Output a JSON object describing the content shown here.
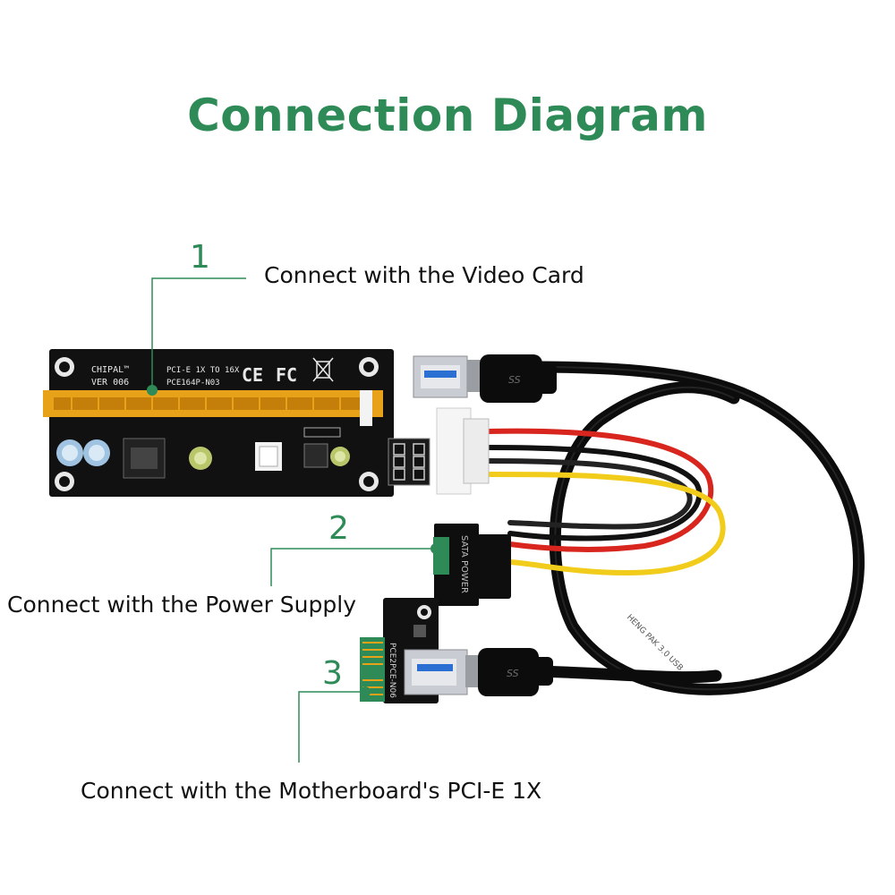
{
  "title": "Connection Diagram",
  "accent": "#2e8b57",
  "callouts": [
    {
      "number": "1",
      "label": "Connect with the Video Card"
    },
    {
      "number": "2",
      "label": "Connect with the Power Supply"
    },
    {
      "number": "3",
      "label": "Connect with the Motherboard's PCI-E 1X"
    }
  ],
  "board": {
    "brand": "CHIPAL™",
    "version": "VER 006",
    "line1": "PCI-E 1X TO 16X",
    "line2": "PCE164P-N03",
    "certs": [
      "CE",
      "FC"
    ]
  },
  "sata_label": "SATA POWER",
  "adapter_label": "PCE2PCE-N06",
  "usb_mark": "SS",
  "cable_print": "HENG PAK 3.0 USB",
  "colors": {
    "pcb": "#111111",
    "slot": "#e8a21a",
    "cable": "#0c0c0c",
    "red_wire": "#d8261f",
    "yellow_wire": "#f2cc1b",
    "metal": "#c9ccd2"
  }
}
